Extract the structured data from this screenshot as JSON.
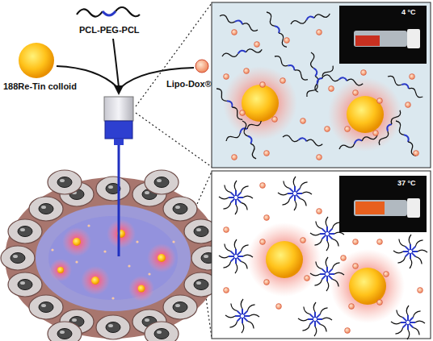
{
  "diagram": {
    "labels": [
      "PCL-PEG-PCL",
      "188Re-Tin colloid",
      "Lipo-Dox®",
      "4 °C",
      "37 °C"
    ]
  }
}
